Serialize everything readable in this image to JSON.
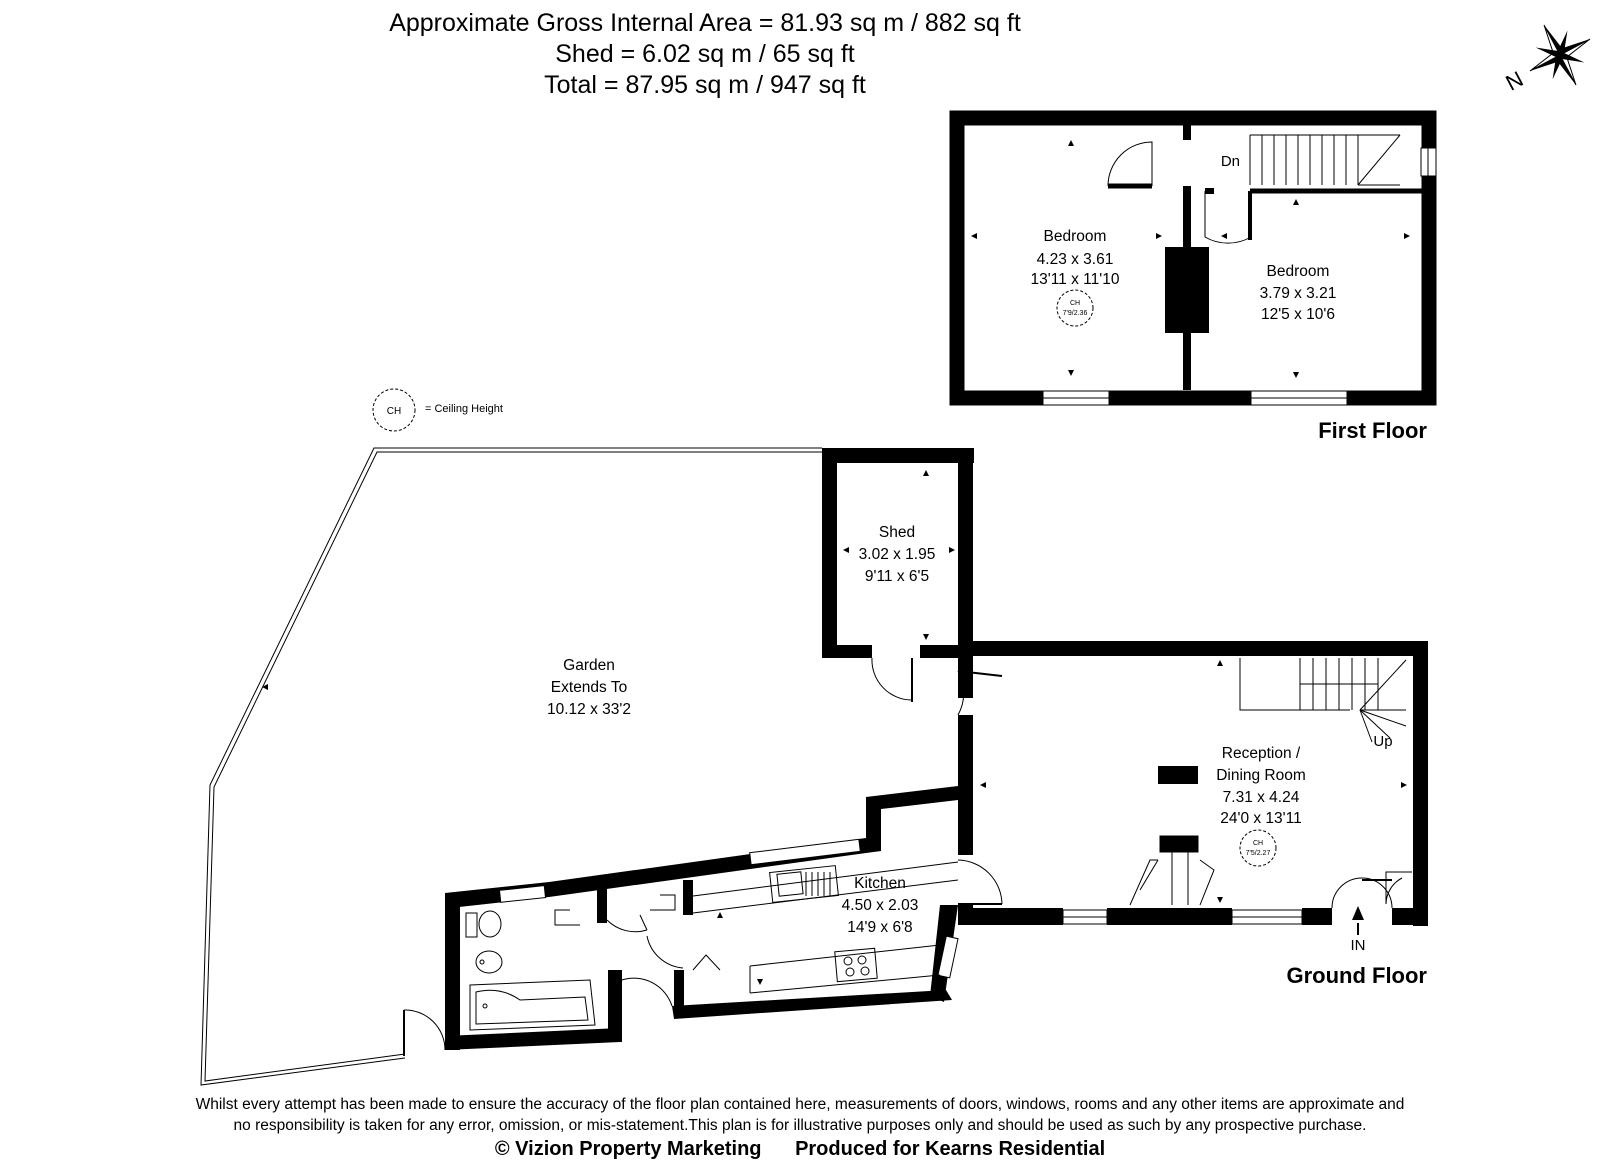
{
  "header": {
    "line1": "Approximate Gross Internal Area = 81.93 sq m / 882 sq ft",
    "line2": "Shed = 6.02 sq m / 65 sq ft",
    "line3": "Total = 87.95 sq m / 947 sq ft"
  },
  "compass": {
    "letter": "N"
  },
  "legend": {
    "symbol": "CH",
    "text": "= Ceiling Height"
  },
  "floors": {
    "first": "First Floor",
    "ground": "Ground Floor"
  },
  "rooms": {
    "bedroom1": {
      "name": "Bedroom",
      "metric": "4.23 x 3.61",
      "imperial": "13'11 x 11'10",
      "ch_label": "CH",
      "ch_value": "7'9/2.36"
    },
    "bedroom2": {
      "name": "Bedroom",
      "metric": "3.79 x 3.21",
      "imperial": "12'5 x 10'6"
    },
    "shed": {
      "name": "Shed",
      "metric": "3.02 x 1.95",
      "imperial": "9'11 x 6'5"
    },
    "garden": {
      "line1": "Garden",
      "line2": "Extends To",
      "dims": "10.12 x 33'2"
    },
    "reception": {
      "line1": "Reception /",
      "line2": "Dining Room",
      "metric": "7.31 x 4.24",
      "imperial": "24'0 x 13'11",
      "ch_label": "CH",
      "ch_value": "7'5/2.27"
    },
    "kitchen": {
      "name": "Kitchen",
      "metric": "4.50 x 2.03",
      "imperial": "14'9 x 6'8"
    }
  },
  "stairs": {
    "first_floor_label": "Dn",
    "ground_floor_label": "Up"
  },
  "entrance": {
    "label": "IN"
  },
  "footer": {
    "disclaimer_line1": "Whilst every attempt has been made to ensure the accuracy of the floor plan contained here, measurements of doors, windows, rooms and any other items are approximate and",
    "disclaimer_line2": "no responsibility is taken for any error, omission, or mis-statement.This plan is for illustrative purposes only and should be used as such by any prospective purchase.",
    "copyright": "© Vizion Property Marketing",
    "produced_for": "Produced for Kearns Residential"
  }
}
